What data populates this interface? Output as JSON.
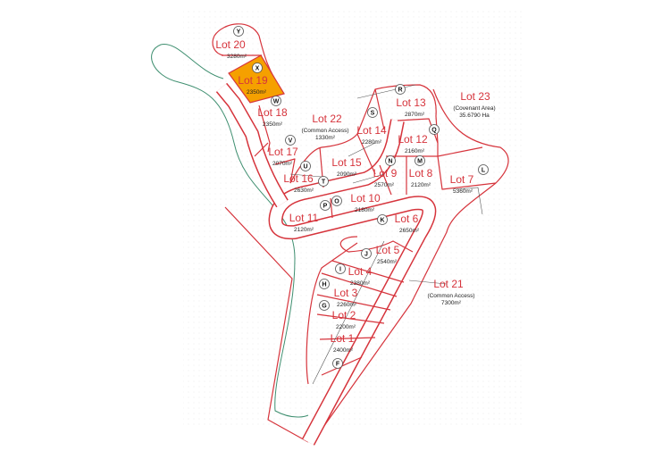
{
  "colors": {
    "boundary": "#d6343c",
    "highlight": "#f5a000",
    "stream": "#3f8f70"
  },
  "highlighted_lot": "Lot 19",
  "lots": [
    {
      "label": "Lot 1",
      "area": "2400m²",
      "marker": "F"
    },
    {
      "label": "Lot 2",
      "area": "2200m²",
      "marker": "G"
    },
    {
      "label": "Lot 3",
      "area": "2260m²",
      "marker": "H"
    },
    {
      "label": "Lot 4",
      "area": "2380m²",
      "marker": "I"
    },
    {
      "label": "Lot 5",
      "area": "2540m²",
      "marker": "J"
    },
    {
      "label": "Lot 6",
      "area": "2650m²",
      "marker": "K"
    },
    {
      "label": "Lot 7",
      "area": "5360m²",
      "marker": "L"
    },
    {
      "label": "Lot 8",
      "area": "2120m²",
      "marker": "M"
    },
    {
      "label": "Lot 9",
      "area": "2570m²",
      "marker": "N"
    },
    {
      "label": "Lot 10",
      "area": "2180m²",
      "marker": "O"
    },
    {
      "label": "Lot 11",
      "area": "2120m²",
      "marker": "P"
    },
    {
      "label": "Lot 12",
      "area": "2160m²",
      "marker": "Q"
    },
    {
      "label": "Lot 13",
      "area": "2870m²",
      "marker": "R"
    },
    {
      "label": "Lot 14",
      "area": "2280m²",
      "marker": "S"
    },
    {
      "label": "Lot 15",
      "area": "2090m²",
      "marker": "T"
    },
    {
      "label": "Lot 16",
      "area": "2630m²",
      "marker": "U"
    },
    {
      "label": "Lot 17",
      "area": "2070m²",
      "marker": "V"
    },
    {
      "label": "Lot 18",
      "area": "2350m²",
      "marker": "W"
    },
    {
      "label": "Lot 19",
      "area": "2350m²",
      "marker": "X"
    },
    {
      "label": "Lot 20",
      "area": "3280m²",
      "marker": "Y"
    },
    {
      "label": "Lot 21",
      "note": "(Common Access)",
      "area": "7300m²"
    },
    {
      "label": "Lot 22",
      "note": "(Common Access)",
      "area": "1330m²"
    },
    {
      "label": "Lot 23",
      "note": "(Covenant Area)",
      "area": "35.6790 Ha"
    }
  ]
}
